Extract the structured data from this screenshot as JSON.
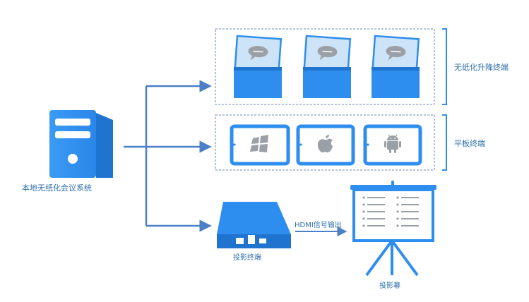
{
  "server_label": "本地无纸化会议系统",
  "groups": {
    "lift_terminal": "无纸化升降终端",
    "tablet_terminal": "平板终端",
    "projection_terminal": "投影终端"
  },
  "connection": {
    "hdmi_label": "HDMI信号输出"
  },
  "screen_label": "投影幕",
  "colors": {
    "primary": "#2e8ef0",
    "primary_dark": "#1f74d0",
    "line": "#4b7fc8",
    "dash": "#6a86b8",
    "icon_gray": "#9aa0a6"
  }
}
